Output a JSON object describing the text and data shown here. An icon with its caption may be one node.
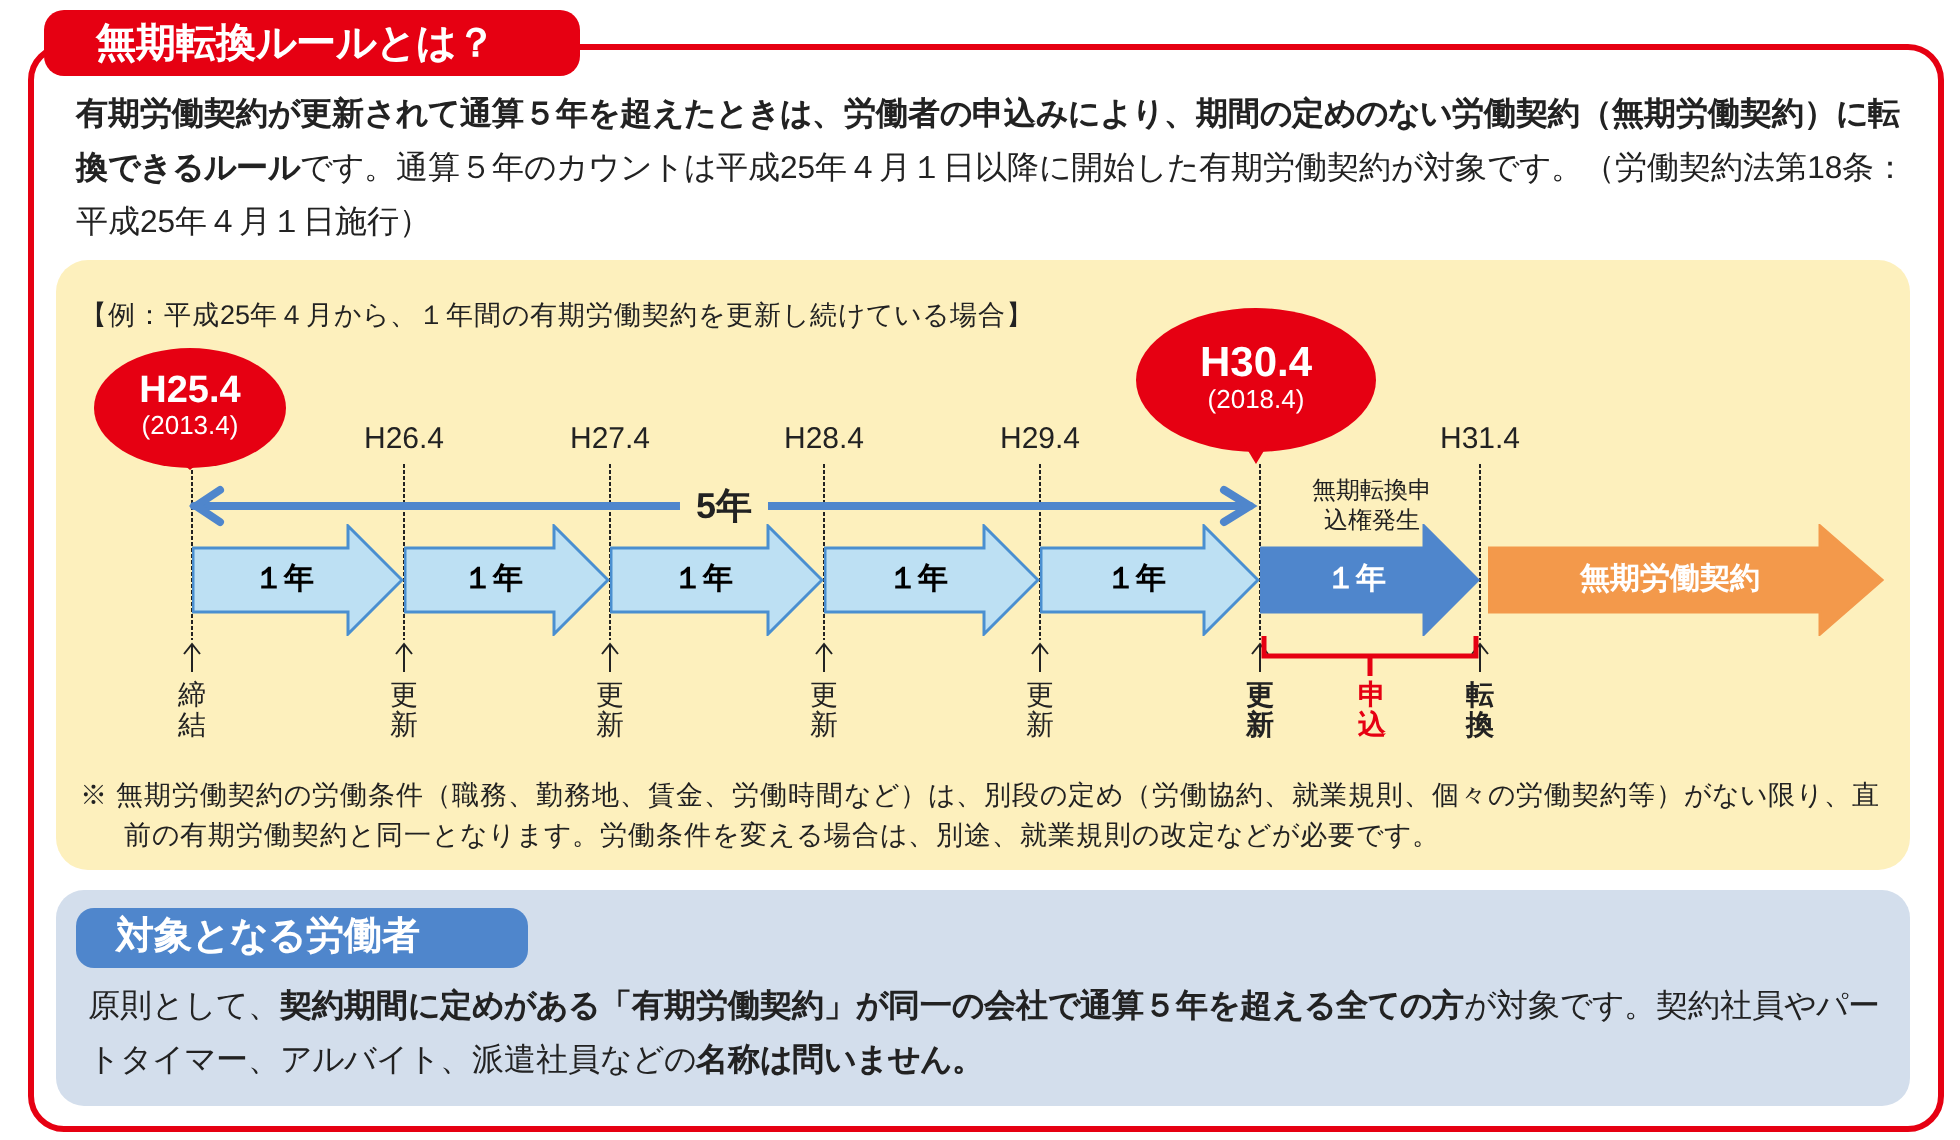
{
  "diagram": {
    "nodes": [
      {
        "text": [
          "無期転換ルールとは？",
          "**有期労働契約が更新されて通算５年を超えたときは、労働者の申込みにより、期間の定めのない労働契約（無期労働契約）に転換できるルール**です。通算５年のカウントは平成25年４月１日以降に開始した有期労働契約が対象です。（労働契約法第18条：平成25年４月１日施行）"
        ]
      },
      {
        "text": [
          "【例：平成25年４月から、１年間の有期労働契約を更新し続けている場合】",
          "※ 無期労働契約の労働条件（職務、勤務地、賃金、労働時間など）は、別段の定め（労働協約、就業規則、個々の労働契約等）がない限り、直前の有期労働契約と同一となります。労働条件を変える場合は、別途、就業規則の改定などが必要です。"
        ],
        "in": 0
      },
      {
        "text": [
          "H25.4",
          "(2013.4)"
        ],
        "in": 1
      },
      {
        "text": [
          "H30.4",
          "(2018.4)"
        ],
        "in": 1
      },
      {
        "text": [
          "１年"
        ],
        "in": 1
      },
      {
        "text": [
          "１年"
        ],
        "in": 1
      },
      {
        "text": [
          "１年"
        ],
        "in": 1
      },
      {
        "text": [
          "１年"
        ],
        "in": 1
      },
      {
        "text": [
          "１年"
        ],
        "in": 1
      },
      {
        "text": [
          "１年"
        ],
        "in": 1
      },
      {
        "text": [
          "無期労働契約"
        ],
        "in": 1
      },
      {
        "text": [
          "原則として、**契約期間に定めがある「有期労働契約」が同一の会社で通算５年を超える全ての方**が対象です。契約社員やパートタイマー、アルバイト、派遣社員などの**名称は問いません。**"
        ],
        "in": 0
      },
      {
        "text": [
          "対象となる労働者"
        ],
        "in": 11
      }
    ],
    "labels": [
      "H26.4",
      "H27.4",
      "H28.4",
      "H29.4",
      "H31.4",
      "5年",
      "無期転換申込権発生",
      "締結",
      "更新",
      "更新",
      "更新",
      "更新",
      "更新",
      "申込",
      "転換"
    ]
  }
}
